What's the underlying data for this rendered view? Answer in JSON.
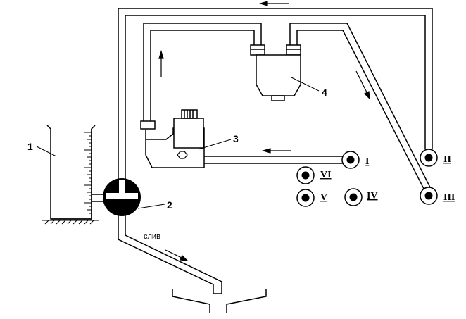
{
  "labels": {
    "component_1": "1",
    "component_2": "2",
    "component_3": "3",
    "component_4": "4",
    "drain": "слив"
  },
  "ports": {
    "p1": "I",
    "p2": "II",
    "p3": "III",
    "p4": "IV",
    "p5": "V",
    "p6": "VI"
  }
}
